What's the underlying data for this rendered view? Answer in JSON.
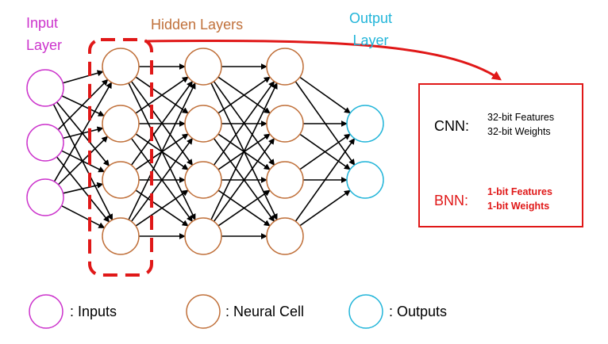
{
  "titles": {
    "input": [
      "Input",
      "Layer"
    ],
    "hidden": "Hidden Layers",
    "output": [
      "Output",
      "Layer"
    ]
  },
  "box": {
    "cnn": {
      "label": "CNN:",
      "lines": [
        "32-bit Features",
        "32-bit Weights"
      ]
    },
    "bnn": {
      "label": "BNN:",
      "lines": [
        "1-bit Features",
        "1-bit Weights"
      ]
    }
  },
  "legend": {
    "inputs": ": Inputs",
    "neural_cell": ": Neural Cell",
    "outputs": ": Outputs"
  },
  "colors": {
    "input": "#cc33cc",
    "hidden": "#c0703a",
    "output": "#22b5d9",
    "highlight": "#e01818"
  },
  "network": {
    "layers": [
      {
        "type": "input",
        "nodes": 3
      },
      {
        "type": "hidden",
        "nodes": 4
      },
      {
        "type": "hidden",
        "nodes": 4
      },
      {
        "type": "hidden",
        "nodes": 4
      },
      {
        "type": "output",
        "nodes": 2
      }
    ]
  }
}
